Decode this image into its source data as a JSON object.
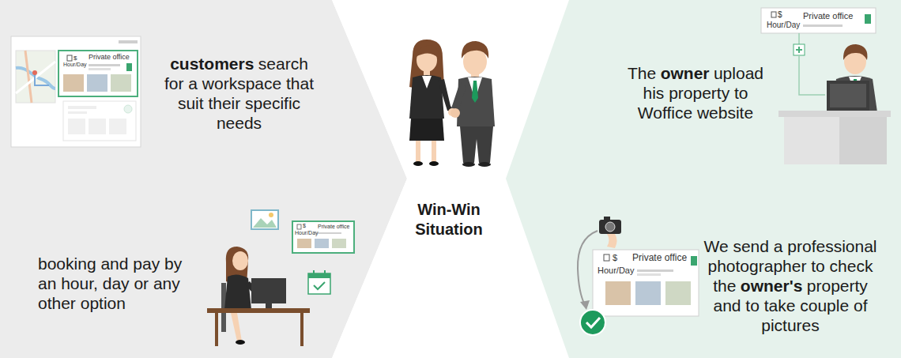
{
  "diagram": {
    "nodes": [
      {
        "text": [
          "customers",
          "search for a workspace that suit their specific needs",
          "booking and pay by an hour, day or any other option"
        ]
      },
      {
        "text": [
          "Win-Win Situation"
        ]
      },
      {
        "text": [
          "The",
          "owner",
          "upload his property to Woffice website",
          "We send a professional photographer to check the",
          "owner's",
          "property and to take couple of pictures"
        ]
      }
    ],
    "labels": [
      "$",
      "Hour/Day",
      "Private office",
      "$",
      "Hour/Day",
      "Private office",
      "$",
      "Hour/Day",
      "Private office",
      "$",
      "Hour/Day",
      "Private office"
    ]
  }
}
